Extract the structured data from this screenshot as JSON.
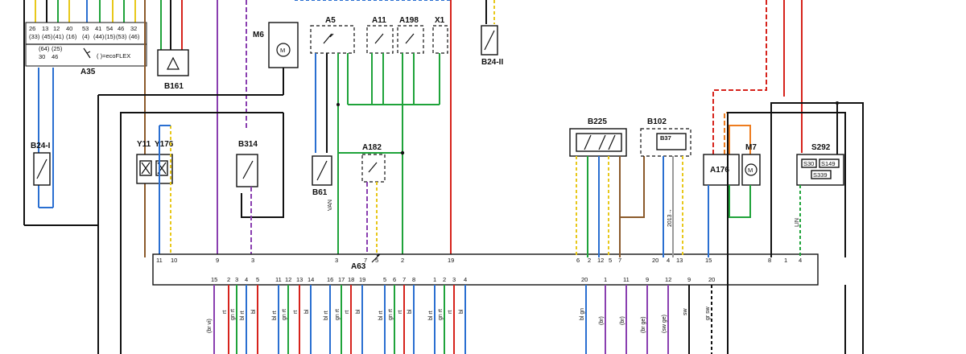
{
  "components": {
    "A35": "A35",
    "A35_econame": "( )=ecoFLEX",
    "B161": "B161",
    "M6": "M6",
    "A5": "A5",
    "A11": "A11",
    "A198": "A198",
    "X1": "X1",
    "B24_II": "B24-II",
    "B24_I": "B24-I",
    "Y11": "Y11",
    "Y176": "Y176",
    "B314": "B314",
    "B61": "B61",
    "A182": "A182",
    "A63": "A63",
    "B225": "B225",
    "B102": "B102",
    "B37": "B37",
    "A176": "A176",
    "M7": "M7",
    "S292": "S292",
    "S30": "S30",
    "S149": "S149",
    "S339": "S339"
  },
  "labels": {
    "van": "VAN",
    "lin": "LIN",
    "year": "2013→"
  },
  "a35_pins_top": [
    "26",
    "13",
    "12",
    "40",
    "53",
    "41",
    "54",
    "46",
    "32"
  ],
  "a35_pins_eco": [
    "(33)",
    "(45)",
    "(41)",
    "(16)",
    "(4)",
    "(44)",
    "(15)",
    "(53)",
    "(46)"
  ],
  "a35_pins_mid": [
    "(64)",
    "(25)",
    "30",
    "46"
  ],
  "a63_pins_top": [
    "11",
    "10",
    "9",
    "3",
    "3",
    "7",
    "5",
    "2",
    "19",
    "6",
    "2",
    "12",
    "5",
    "7",
    "20",
    "4",
    "13",
    "15",
    "8",
    "1",
    "4"
  ],
  "a63_pins_bottom": [
    "15",
    "2",
    "3",
    "4",
    "5",
    "11",
    "12",
    "13",
    "14",
    "16",
    "17",
    "18",
    "19",
    "5",
    "6",
    "7",
    "8",
    "1",
    "2",
    "3",
    "4",
    "20",
    "1",
    "11",
    "9",
    "12",
    "9",
    "20"
  ],
  "wire_colors_bottom": [
    "(br vi)",
    "rt",
    "gn rt",
    "bl rt",
    "bl",
    "bl rt",
    "gn rt",
    "rt",
    "bl",
    "bl rt",
    "gn rt",
    "rt",
    "bl",
    "bl rt",
    "gn rt",
    "rt",
    "bl",
    "bl rt",
    "gn rt",
    "rt",
    "bl",
    "bl gn",
    "(br)",
    "(br)",
    "(br ge)",
    "(sw ge)",
    "sw",
    "gr sw"
  ],
  "colors": {
    "blue": "#2a6fd1",
    "green": "#1fa33a",
    "yellow": "#e8c81a",
    "red": "#d6231c",
    "orange": "#ee7c1e",
    "violet": "#8a3fb0",
    "brown": "#8b5a2b",
    "grey": "#9a9a9a",
    "black": "#111111"
  }
}
